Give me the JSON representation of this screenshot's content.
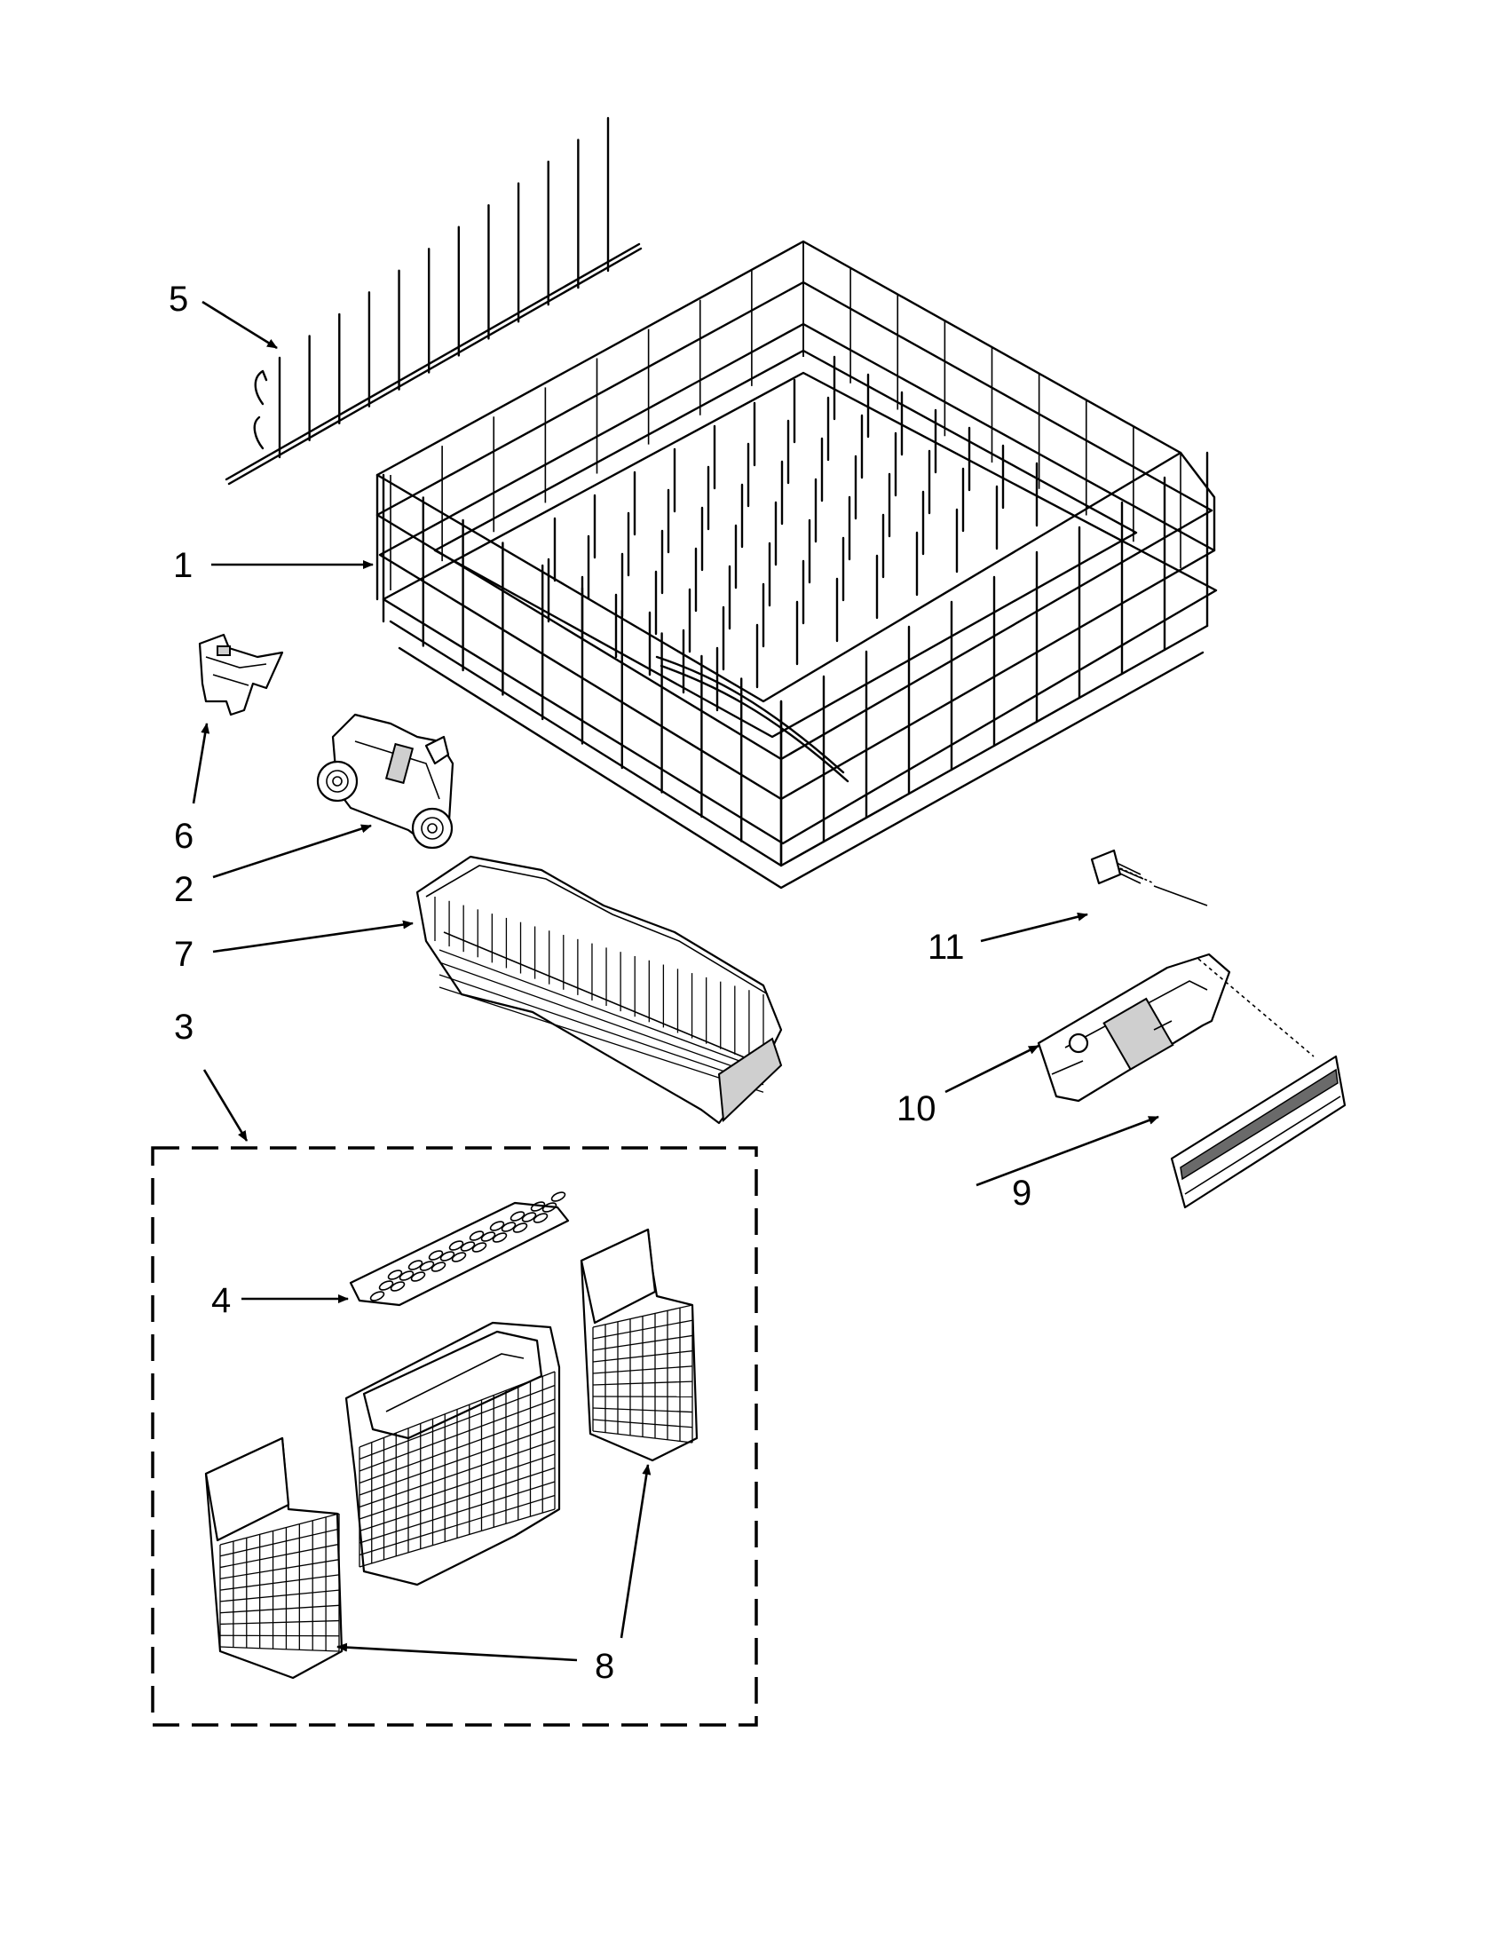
{
  "callouts": {
    "c1": "1",
    "c2": "2",
    "c3": "3",
    "c4": "4",
    "c5": "5",
    "c6": "6",
    "c7": "7",
    "c8": "8",
    "c9": "9",
    "c10": "10",
    "c11": "11"
  },
  "parts": [
    {
      "ref": "1",
      "icon": "dishrack-icon"
    },
    {
      "ref": "2",
      "icon": "rack-wheel-icon"
    },
    {
      "ref": "3",
      "icon": "silverware-basket-assembly-icon"
    },
    {
      "ref": "4",
      "icon": "basket-lid-icon"
    },
    {
      "ref": "5",
      "icon": "tine-row-icon"
    },
    {
      "ref": "6",
      "icon": "clip-icon"
    },
    {
      "ref": "7",
      "icon": "utensil-basket-icon"
    },
    {
      "ref": "8",
      "icon": "side-basket-icon"
    },
    {
      "ref": "9",
      "icon": "cap-icon"
    },
    {
      "ref": "10",
      "icon": "bracket-icon"
    },
    {
      "ref": "11",
      "icon": "screw-icon"
    }
  ]
}
